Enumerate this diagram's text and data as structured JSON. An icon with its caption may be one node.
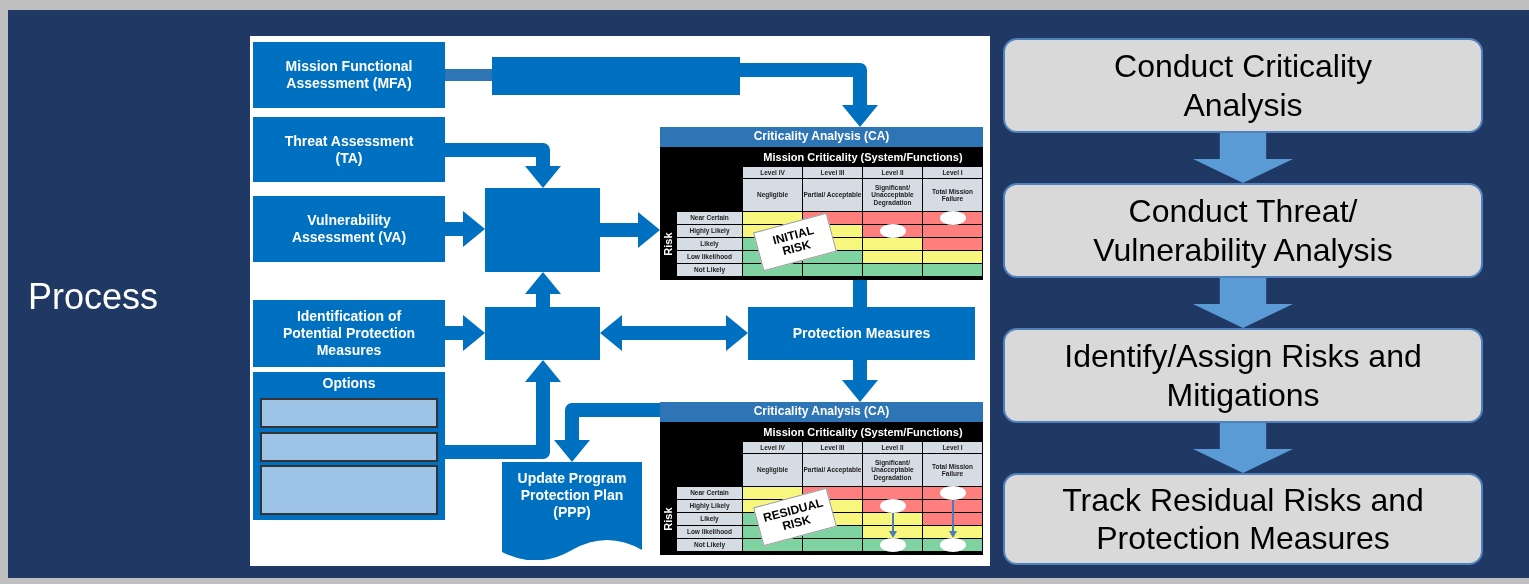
{
  "diagram": {
    "nodes": [
      {
        "text": [
          "Mission Functional Assessment (MFA)"
        ]
      },
      {
        "text": [],
        "shape": "box"
      },
      {
        "text": [
          "Threat Assessment (TA)"
        ]
      },
      {
        "text": [
          "Vulnerability Assessment (VA)"
        ]
      },
      {
        "text": [],
        "shape": "box"
      },
      {
        "text": [
          "Identification of Potential Protection Measures"
        ]
      },
      {
        "text": [
          "Options"
        ]
      },
      {
        "text": [],
        "shape": "box",
        "in": 6
      },
      {
        "text": [],
        "shape": "box",
        "in": 6
      },
      {
        "text": [],
        "shape": "box",
        "in": 6
      },
      {
        "text": [],
        "shape": "box"
      },
      {
        "text": [
          "Protection Measures"
        ]
      },
      {
        "text": [
          "Criticality Analysis (CA)",
          "Mission Criticality (System/Functions)",
          "Level IV",
          "Level III",
          "Level II",
          "Level I",
          "Negligible",
          "Partial/ Acceptable",
          "Significant/ Unacceptable Degradation",
          "Total Mission Failure",
          "Risk",
          "Near Certain",
          "Highly Likely",
          "Likely",
          "Low likelihood",
          "Not Likely",
          "INITIAL RISK"
        ]
      },
      {
        "text": [
          "Criticality Analysis (CA)",
          "Mission Criticality (System/Functions)",
          "Level IV",
          "Level III",
          "Level II",
          "Level I",
          "Negligible",
          "Partial/ Acceptable",
          "Significant/ Unacceptable Degradation",
          "Total Mission Failure",
          "Risk",
          "Near Certain",
          "Highly Likely",
          "Likely",
          "Low likelihood",
          "Not Likely",
          "RESIDUAL RISK"
        ]
      },
      {
        "text": [],
        "shape": "ellipse",
        "in": 13
      },
      {
        "text": [],
        "shape": "ellipse",
        "in": 13
      },
      {
        "text": [],
        "shape": "ellipse",
        "in": 13
      },
      {
        "text": [],
        "shape": "ellipse",
        "in": 13
      },
      {
        "text": [
          "Update Program Protection Plan (PPP)"
        ]
      },
      {
        "text": [
          "Conduct Criticality Analysis"
        ]
      },
      {
        "text": [
          "Conduct Threat/ Vulnerability Analysis"
        ]
      },
      {
        "text": [
          "Identify/Assign Risks and Mitigations"
        ]
      },
      {
        "text": [
          "Track Residual Risks and Protection Measures"
        ]
      }
    ],
    "edges": [
      {
        "from": 0,
        "to": 1,
        "arrow": "none",
        "color": "#2e75b6"
      },
      {
        "from": 1,
        "to": 12,
        "arrow": "to"
      },
      {
        "from": 2,
        "to": 4,
        "arrow": "to"
      },
      {
        "from": 3,
        "to": 4,
        "arrow": "to"
      },
      {
        "from": 4,
        "to": 12,
        "arrow": "to"
      },
      {
        "from": 10,
        "to": 4,
        "arrow": "to"
      },
      {
        "from": 5,
        "to": 10,
        "arrow": "to"
      },
      {
        "from": 6,
        "to": 10,
        "arrow": "to"
      },
      {
        "from": 10,
        "to": 11,
        "arrow": "both"
      },
      {
        "from": 12,
        "to": 11,
        "arrow": "none"
      },
      {
        "from": 11,
        "to": 13,
        "arrow": "to"
      },
      {
        "from": 13,
        "to": 18,
        "arrow": "to"
      },
      {
        "from": 14,
        "to": 16,
        "arrow": "to",
        "color": "#4a7ebb"
      },
      {
        "from": 15,
        "to": 17,
        "arrow": "to",
        "color": "#4a7ebb"
      },
      {
        "from": 19,
        "to": 20,
        "arrow": "to",
        "color": "#5b9bd5",
        "style": "thick"
      },
      {
        "from": 20,
        "to": 21,
        "arrow": "to",
        "color": "#5b9bd5",
        "style": "thick"
      },
      {
        "from": 21,
        "to": 22,
        "arrow": "to",
        "color": "#5b9bd5",
        "style": "thick"
      }
    ],
    "labels": [
      "Process"
    ]
  }
}
